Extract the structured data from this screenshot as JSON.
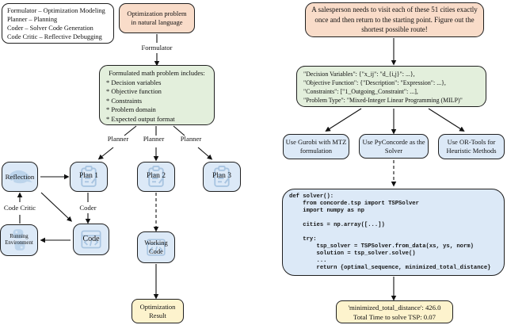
{
  "legend": {
    "lines": [
      "Formulator – Optimization Modeling",
      "Planner – Planning",
      "Coder – Solver Code Generation",
      "Code Critic – Reflective Debugging"
    ]
  },
  "left": {
    "nl_problem": "Optimization problem in natural language",
    "formulator_label": "Formulator",
    "formulated_title": "Formulated math problem includes:",
    "formulated_bullets": [
      "* Decision variables",
      "* Objective function",
      "* Constraints",
      "* Problem domain",
      "* Expected output format"
    ],
    "planner_labels": [
      "Planner",
      "Planner",
      "Planner"
    ],
    "plans": [
      "Plan 1",
      "Plan 2",
      "Plan 3"
    ],
    "reflection": "Reflection",
    "code_critic_label": "Code Critic",
    "coder_label": "Coder",
    "code": "Code",
    "running_environment": "Running Environment",
    "working_code": "Working Code",
    "optimization_result": "Optimization Result"
  },
  "right": {
    "problem": "A salesperson needs to visit each of these 51 cities exactly once and then return to the starting point. Figure out the shortest possible route!",
    "json_lines": [
      "\"Decision Variables\": {\"x_ij\": \"d_{i,j}\": ...},",
      "\"Objective Function\": {\"Description\": \"Expression\": ...},",
      "\"Constraints\": [\"1_Outgoing_Constraint\": ...],",
      "\"Problem Type\": \"Mixed-Integer Linear Programming (MILP)\""
    ],
    "solver_options": [
      "Use Gurobi with MTZ formulation",
      "Use PyConcorde as the Solver",
      "Use OR-Tools for Heuristic Methods"
    ],
    "code_text": "def solver():\n    from concorde.tsp import TSPSolver\n    import numpy as np\n\n    cities = np.array([...])\n\n    try:\n        tsp_solver = TSPSolver.from_data(xs, ys, norm)\n        solution = tsp_solver.solve()\n        ...\n        return {optimal_sequence, minimized_total_distance}",
    "result_lines": [
      "'minimized_total_distance': 426.0",
      "Total Time to solve TSP: 0.07"
    ]
  },
  "colors": {
    "problem_pink": "#f9dcc9",
    "formulated_green": "#e3efdc",
    "agent_blue": "#dce9f7",
    "result_yellow": "#fdf3cd",
    "icon_watermark": "#a9c5e1",
    "line": "#111111"
  }
}
